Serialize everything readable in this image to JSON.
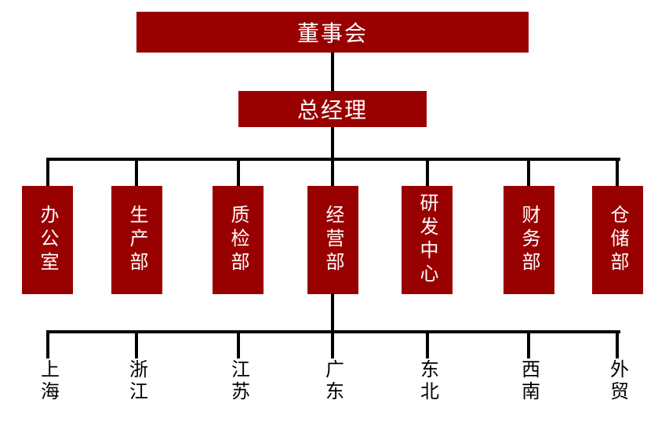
{
  "diagram": {
    "type": "org-chart",
    "background": "#ffffff",
    "colors": {
      "node_fill": "#990000",
      "node_text": "#ffffff",
      "connector": "#000000",
      "region_text": "#000000"
    },
    "root": {
      "label": "董事会"
    },
    "manager": {
      "label": "总经理"
    },
    "departments": [
      {
        "label": "办公室"
      },
      {
        "label": "生产部"
      },
      {
        "label": "质检部"
      },
      {
        "label": "经营部"
      },
      {
        "label": "研发中心"
      },
      {
        "label": "财务部"
      },
      {
        "label": "仓储部"
      }
    ],
    "regions": [
      {
        "label": "上海"
      },
      {
        "label": "浙江"
      },
      {
        "label": "江苏"
      },
      {
        "label": "广东"
      },
      {
        "label": "东北"
      },
      {
        "label": "西南"
      },
      {
        "label": "外贸"
      }
    ]
  }
}
